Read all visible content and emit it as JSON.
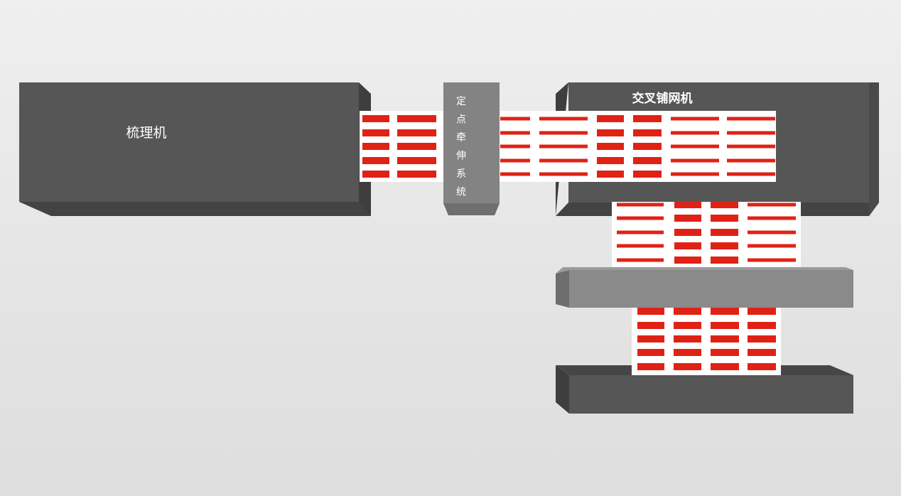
{
  "labels": {
    "carding_machine": "梳理机",
    "cross_lapper": "交叉铺网机",
    "drafting_system_chars": [
      "定",
      "点",
      "牵",
      "伸",
      "系",
      "统"
    ]
  },
  "colors": {
    "machine_dark": "#565656",
    "machine_side": "#3e3e3e",
    "machine_gray": "#8a8a8a",
    "web_background": "#ffffff",
    "fiber_red": "#e02216",
    "label": "#ffffff"
  }
}
